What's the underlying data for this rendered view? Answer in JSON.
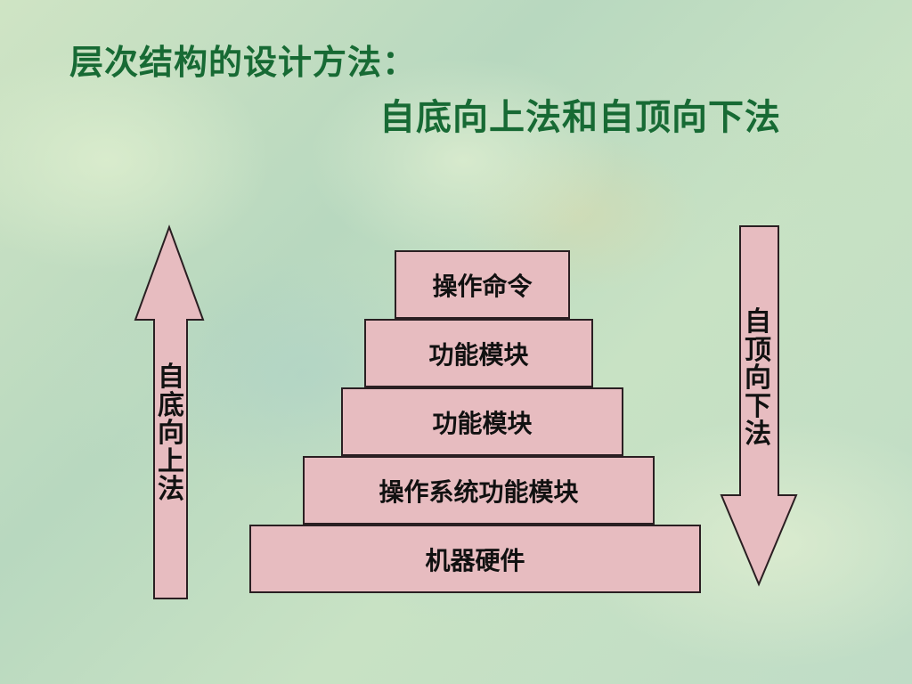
{
  "title": {
    "line1": "层次结构的设计方法：",
    "line2": "自底向上法和自顶向下法"
  },
  "diagram": {
    "layers": [
      "操作命令",
      "功能模块",
      "功能模块",
      "操作系统功能模块",
      "机器硬件"
    ],
    "left_arrow_label": "自底向上法",
    "right_arrow_label": "自顶向下法"
  },
  "colors": {
    "title": "#176a34",
    "block_fill": "#e7bcc0",
    "outline": "#2a1f22"
  }
}
